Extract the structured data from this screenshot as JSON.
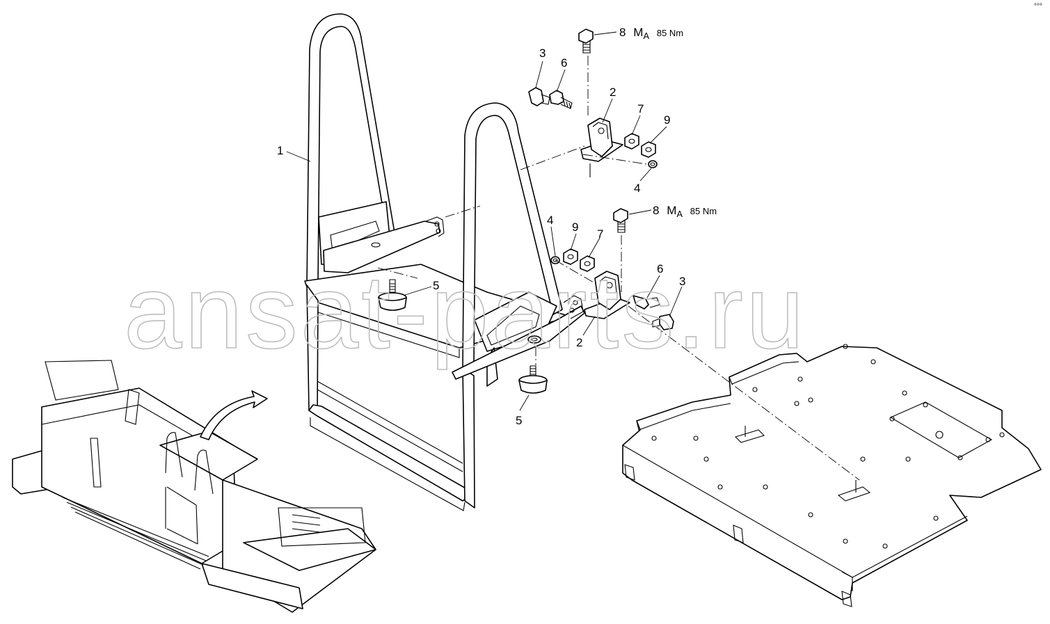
{
  "corner_mark": "°°°",
  "watermark": "ansat-parts.ru",
  "callouts": [
    {
      "id": "c1",
      "label": "1"
    },
    {
      "id": "c2a",
      "label": "2"
    },
    {
      "id": "c2b",
      "label": "2"
    },
    {
      "id": "c3a",
      "label": "3"
    },
    {
      "id": "c3b",
      "label": "3"
    },
    {
      "id": "c4a",
      "label": "4"
    },
    {
      "id": "c4b",
      "label": "4"
    },
    {
      "id": "c5a",
      "label": "5"
    },
    {
      "id": "c5b",
      "label": "5"
    },
    {
      "id": "c6a",
      "label": "6"
    },
    {
      "id": "c6b",
      "label": "6"
    },
    {
      "id": "c7a",
      "label": "7"
    },
    {
      "id": "c7b",
      "label": "7"
    },
    {
      "id": "c9a",
      "label": "9"
    },
    {
      "id": "c9b",
      "label": "9"
    }
  ],
  "torque_notes": [
    {
      "number": "8",
      "m": "M",
      "sub": "A",
      "value": "85 Nm"
    },
    {
      "number": "8",
      "m": "M",
      "sub": "A",
      "value": "85 Nm"
    }
  ]
}
